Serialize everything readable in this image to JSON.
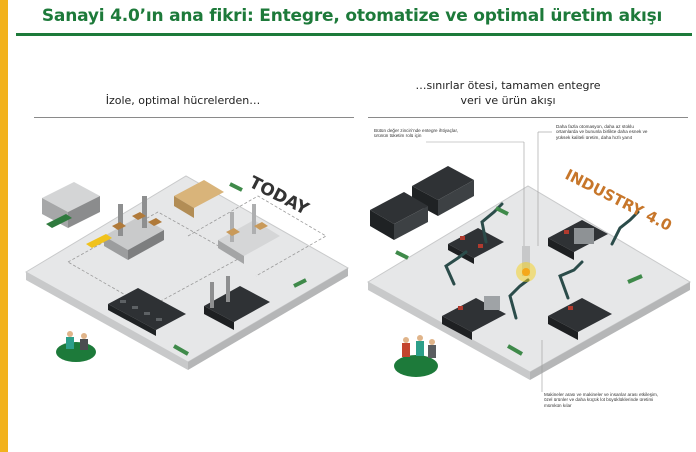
{
  "title": "Sanayi 4.0’ın ana fikri: Entegre, otomatize ve optimal üretim akışı",
  "left_panel": {
    "heading": "İzole, optimal hücrelerden…",
    "stamp": "TODAY"
  },
  "right_panel": {
    "heading_line1": "…sınırlar ötesi, tamamen entegre",
    "heading_line2": "veri ve ürün akışı",
    "stamp": "INDUSTRY 4.0",
    "annotation_top_left": "Bütün değer zinciri’nde entegre ihtiyaçlar, ürünün tüketim rolü için",
    "annotation_top_right": "Daha fazla otomasyon, daha az stoklu ortamlarda ve bununla birlikte daha esnek ve yüksek kaliteli üretim, daha hızlı yanıt",
    "annotation_bottom": "Makineler arası ve makineler ve insanlar arası etkileşim, özel ürünler ve daha küçük lot büyüklüklerinde üretimi mümkün kılar"
  },
  "colors": {
    "accent_green": "#1d7a3a",
    "frame_yellow": "#f2b21c",
    "floor_gray": "#e6e7e8",
    "machine_dark": "#3a3d40",
    "highlight_yellow": "#f5d21a"
  }
}
